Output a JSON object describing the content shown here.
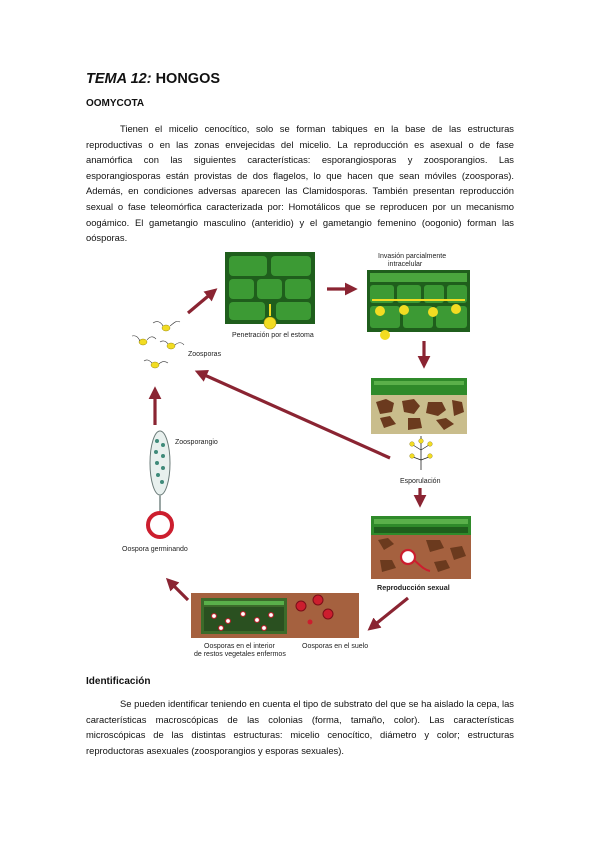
{
  "title": {
    "prefix": "TEMA 12:",
    "main": "HONGOS"
  },
  "section1": {
    "heading": "OOMYCOTA",
    "paragraph": "Tienen el micelio cenocítico, solo se forman tabiques en la base de las estructuras reproductivas o en las zonas envejecidas del micelio. La reproducción es asexual o de fase anamórfica con las siguientes características: esporangiosporas y zoosporangios. Las esporangiosporas están provistas de dos flagelos, lo que hacen que sean móviles (zoosporas). Además, en condiciones adversas aparecen las Clamidosporas. También presentan reproducción sexual o fase teleomórfica caracterizada por: Homotálicos que se reproducen por un mecanismo oogámico. El gametangio masculino (anteridio) y el gametangio femenino (oogonio) forman las oósporas."
  },
  "diagram": {
    "labels": {
      "penetration": "Penetración por el estoma",
      "invasion_1": "Invasión parcialmente",
      "invasion_2": "intracelular",
      "sporulation": "Esporulación",
      "sexual": "Reproducción sexual",
      "oospores_debris_1": "Oosporas en el interior",
      "oospores_debris_2": "de restos vegetales enfermos",
      "oospores_soil": "Oosporas en el suelo",
      "germinating": "Oospora germinando",
      "zoosporangium": "Zoosporangio",
      "zoospores": "Zoosporas"
    },
    "colors": {
      "arrow": "#8a2432",
      "leaf": "#2f8a2a",
      "leaf_dark": "#1f5e1c",
      "soil": "#a5613f",
      "yellow": "#f2dc22",
      "oospore": "#cc1e2e"
    }
  },
  "section2": {
    "heading": "Identificación",
    "paragraph": "Se pueden identificar teniendo en cuenta el tipo de substrato del que se ha aislado la cepa, las características macroscópicas de las colonias (forma, tamaño, color). Las características microscópicas de las distintas estructuras: micelio cenocítico, diámetro y color; estructuras reproductoras asexuales (zoosporangios y esporas sexuales)."
  }
}
